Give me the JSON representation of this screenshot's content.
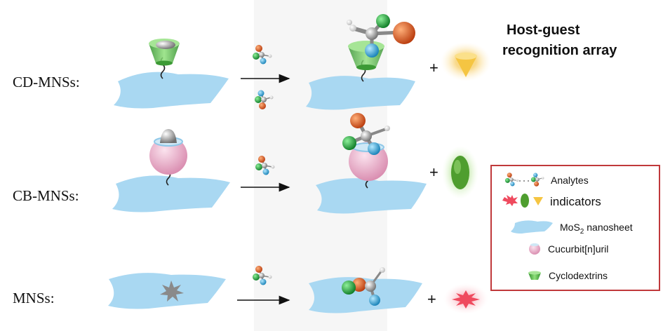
{
  "title": {
    "line1": "Host-guest",
    "line2": "recognition array"
  },
  "rows": [
    {
      "label": "CD-MNSs:",
      "host": "cyclodextrin",
      "product_indicator": "yellow-cone-indicator"
    },
    {
      "label": "CB-MNSs:",
      "host": "cucurbituril",
      "product_indicator": "green-ellipse-indicator"
    },
    {
      "label": "MNSs:",
      "host": "none",
      "product_indicator": "red-starburst-indicator"
    }
  ],
  "plus_sign": "+",
  "legend": {
    "analytes": "Analytes",
    "indicators": "indicators",
    "nanosheet_prefix": "MoS",
    "nanosheet_subscript": "2",
    "nanosheet_suffix": " nanosheet",
    "cucurbituril": "Cucurbit[n]uril",
    "cyclodextrins": "Cyclodextrins"
  },
  "colors": {
    "nanosheet": "#a9d8f2",
    "cyclodextrin": "#5cbf4f",
    "cucurbituril": "#ecb6cc",
    "legend_border": "#c0393b",
    "atom_orange": "#d9531e",
    "atom_green": "#1fa33a",
    "atom_cyan": "#26a9e0",
    "atom_gray": "#9a9a9a",
    "indicator_yellow": "#f5c542",
    "indicator_green": "#4f9e2f",
    "indicator_red": "#ef4a5e"
  }
}
